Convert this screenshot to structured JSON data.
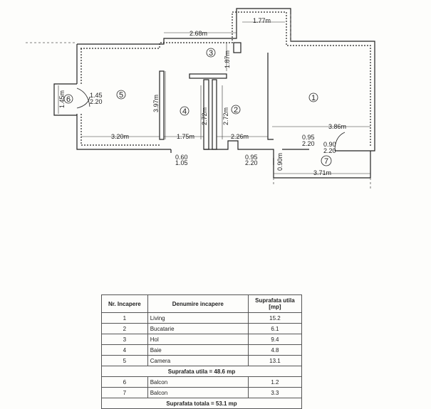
{
  "plan": {
    "dimensions": {
      "d268": "2.68m",
      "d177": "1.77m",
      "d187": "1.87m",
      "d397": "3.97m",
      "d272a": "2.72m",
      "d272b": "2.72m",
      "d386": "3.86m",
      "d320": "3.20m",
      "d175": "1.75m",
      "d226": "2.26m",
      "d145": "1.45m",
      "d371": "3.71m",
      "d090": "0.90m"
    },
    "door_labels": {
      "door6_w": "1.45",
      "door6_h": "2.20",
      "door1_w": "0.95",
      "door1_h": "2.20",
      "door7_w": "0.90",
      "door7_h": "2.20",
      "door_bath_w": "0.60",
      "door_bath_h": "1.05",
      "door_hall_w": "0.95",
      "door_hall_h": "2.20"
    },
    "room_numbers": {
      "r1": "1",
      "r2": "2",
      "r3": "3",
      "r4": "4",
      "r5": "5",
      "r6": "6",
      "r7": "7"
    }
  },
  "table": {
    "headers": [
      "Nr. Incapere",
      "Denumire incapere",
      "Suprafata utila [mp]"
    ],
    "rows": [
      {
        "nr": "1",
        "name": "Living",
        "area": "15.2"
      },
      {
        "nr": "2",
        "name": "Bucatarie",
        "area": "6.1"
      },
      {
        "nr": "3",
        "name": "Hol",
        "area": "9.4"
      },
      {
        "nr": "4",
        "name": "Baie",
        "area": "4.8"
      },
      {
        "nr": "5",
        "name": "Camera",
        "area": "13.1"
      }
    ],
    "subtotal": "Suprafata utila = 48.6 mp",
    "balcony_rows": [
      {
        "nr": "6",
        "name": "Balcon",
        "area": "1.2"
      },
      {
        "nr": "7",
        "name": "Balcon",
        "area": "3.3"
      }
    ],
    "total": "Suprafata totala = 53.1 mp"
  }
}
